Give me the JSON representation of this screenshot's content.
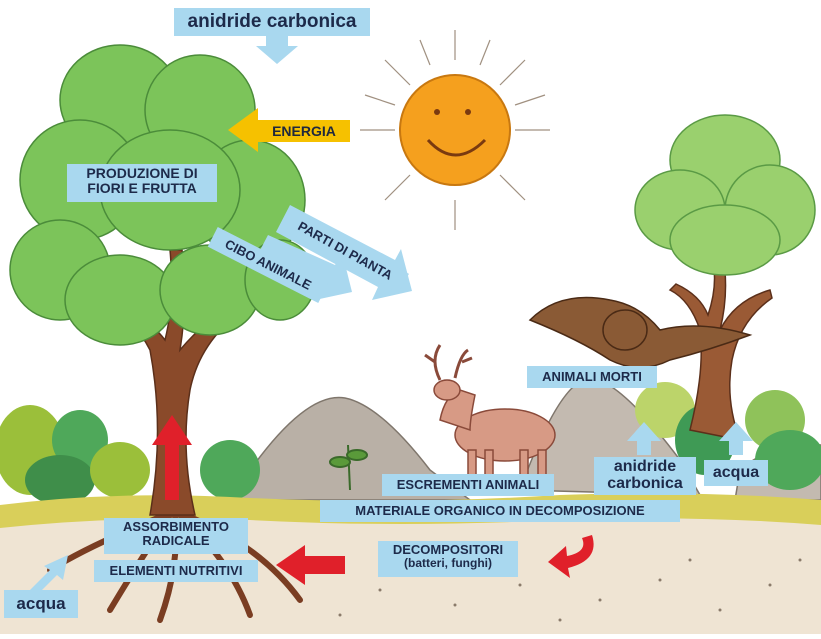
{
  "labels": {
    "carbon_dioxide_top": "anidride carbonica",
    "energy": "ENERGIA",
    "flowers_fruit": "PRODUZIONE DI\nFIORI E FRUTTA",
    "plant_parts": "PARTI DI PIANTA",
    "animal_food": "CIBO ANIMALE",
    "dead_animals": "ANIMALI MORTI",
    "carbon_dioxide_bottom": "anidride\ncarbonica",
    "water_right": "acqua",
    "animal_excrement": "ESCREMENTI ANIMALI",
    "organic_matter": "MATERIALE ORGANICO IN DECOMPOSIZIONE",
    "root_absorption": "ASSORBIMENTO\nRADICALE",
    "decomposers": "DECOMPOSITORI",
    "decomposers_examples": "(batteri, funghi)",
    "nutrients": "ELEMENTI NUTRITIVI",
    "water_left": "acqua"
  },
  "colors": {
    "label_bg": "#a9d8ef",
    "label_text": "#1d2a4a",
    "energy_bg": "#f6c100",
    "sun": "#f5a01e",
    "red_arrow": "#e0202a",
    "foliage": "#7cc45a",
    "trunk": "#8a4a2a",
    "soil": "#efe4d3",
    "grass_line": "#d9cf5a"
  }
}
